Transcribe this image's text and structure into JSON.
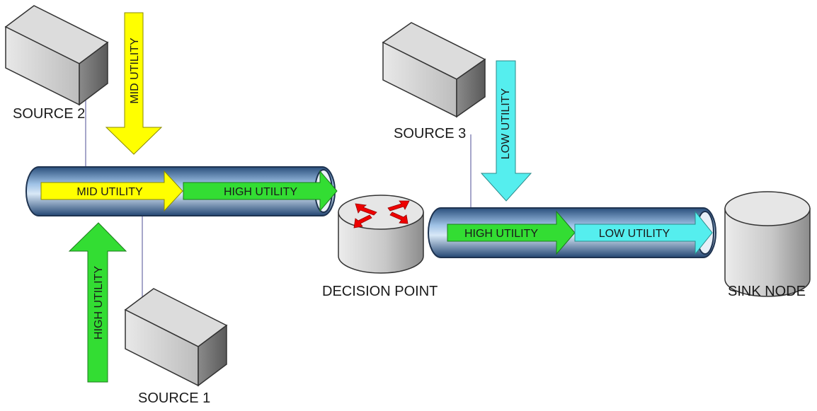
{
  "labels": {
    "source1": "SOURCE 1",
    "source2": "SOURCE 2",
    "source3": "SOURCE 3",
    "decision": "DECISION POINT",
    "sink": "SINK NODE"
  },
  "arrows": {
    "source2_in": "MID UTILITY",
    "source1_in": "HIGH UTILITY",
    "source3_in": "LOW UTILITY",
    "pipe1_a": "MID UTILITY",
    "pipe1_b": "HIGH UTILITY",
    "pipe2_a": "HIGH UTILITY",
    "pipe2_b": "LOW UTILITY"
  },
  "colors": {
    "mid": "#ffff00",
    "high": "#33dd33",
    "low": "#55eeee",
    "pipe": "#3f6ea3",
    "router_arrows": "#ee0000"
  }
}
